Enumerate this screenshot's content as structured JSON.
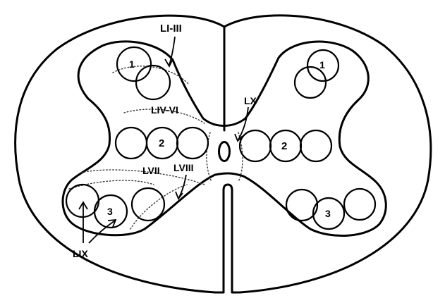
{
  "labels": {
    "lamina_1_3": "LI-III",
    "lamina_4_6": "LIV-VI",
    "lamina_7": "LVII",
    "lamina_8": "LVIII",
    "lamina_9": "LIX",
    "lamina_10": "LX"
  },
  "pool_numbers": {
    "left_dorsal": "1",
    "right_dorsal": "1",
    "left_middle": "2",
    "right_middle": "2",
    "left_ventral": "3",
    "right_ventral": "3"
  },
  "colors": {
    "stroke": "#000000",
    "background": "#ffffff"
  }
}
